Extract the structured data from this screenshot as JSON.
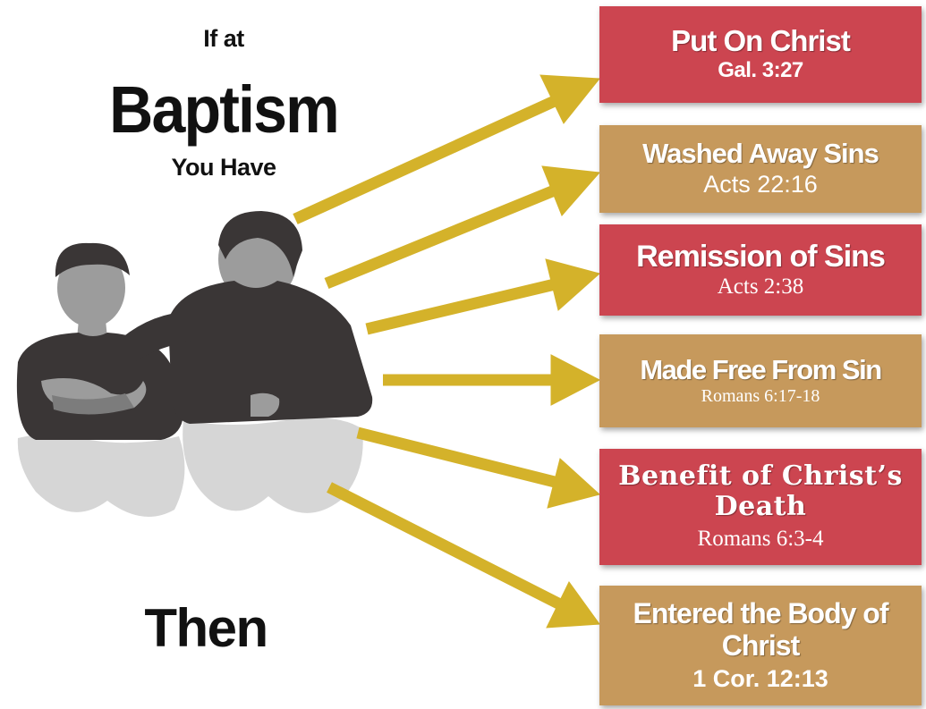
{
  "heading": {
    "line1": "If at",
    "line2": "Baptism",
    "line3": "You Have",
    "line4": "Then"
  },
  "colors": {
    "red_card": "#cc4550",
    "tan_card": "#c6995c",
    "arrow": "#d4b22a"
  },
  "cards": [
    {
      "title": "Put On Christ",
      "ref": "Gal. 3:27"
    },
    {
      "title": "Washed Away Sins",
      "ref": "Acts 22:16"
    },
    {
      "title": "Remission of Sins",
      "ref": "Acts 2:38"
    },
    {
      "title": "Made Free From Sin",
      "ref": "Romans 6:17-18"
    },
    {
      "title": "Benefit of Christ’s Death",
      "ref": "Romans 6:3-4"
    },
    {
      "title": "Entered the Body of Christ",
      "ref": "1 Cor. 12:13"
    }
  ]
}
